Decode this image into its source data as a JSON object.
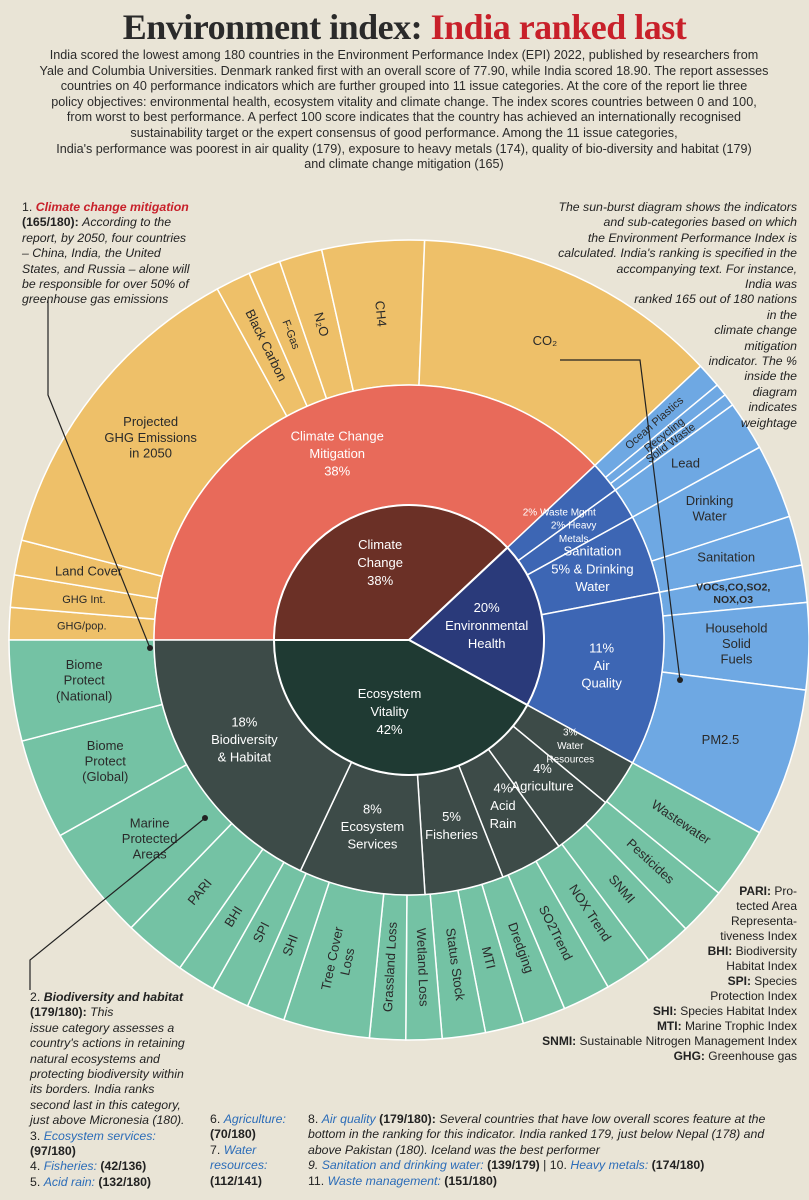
{
  "header": {
    "title_main": "Environment index:",
    "title_highlight": "India ranked last",
    "intro_lines": [
      "India scored the lowest among 180 countries in the Environment Performance Index (EPI) 2022, published by researchers from",
      "Yale and Columbia Universities. Denmark ranked first with an overall score of 77.90, while India scored 18.90. The report assesses",
      "countries on 40 performance indicators which are further grouped into 11 issue categories. At the core of the report lie three",
      "policy objectives: environmental health, ecosystem vitality and climate change. The index scores countries between 0 and 100,",
      "from worst to best performance. A perfect 100 score indicates that the country has achieved an internationally recognised",
      "sustainability target or the expert consensus of good performance. Among the 11 issue categories,",
      "India's performance was poorest in air quality (179), exposure to heavy metals (174), quality of bio-diversity and habitat (179)",
      "and climate change mitigation (165)"
    ]
  },
  "notes": {
    "climate": {
      "num": "1.",
      "title": "Climate change mitigation",
      "rank": "(165/180):",
      "lines": [
        "According to the",
        "report, by 2050, four countries",
        "– China, India, the United",
        "States, and Russia – alone will",
        "be responsible for over 50% of",
        "greenhouse gas emissions"
      ]
    },
    "explainer_lines": [
      "The sun-burst diagram shows the indicators",
      "and sub-categories based on which",
      "the Environment Performance Index is",
      "calculated. India's ranking is specified in the",
      "accompanying text. For instance,",
      "India was",
      "ranked 165 out of 180 nations",
      "in the",
      "climate change",
      "mitigation",
      "indicator. The %",
      "inside the",
      "diagram",
      "indicates",
      "weightage"
    ],
    "biodiversity": {
      "num": "2.",
      "title": "Biodiversity and habitat",
      "rank": "(179/180):",
      "lines": [
        "This",
        "issue category assesses a",
        "country's actions in retaining",
        "natural ecosystems and",
        "protecting biodiversity within",
        "its borders. India ranks",
        "second last in this category,",
        "just above Micronesia (180)."
      ]
    },
    "eco_services": {
      "num": "3.",
      "title": "Ecosystem services:",
      "rank": "(97/180)"
    },
    "fisheries": {
      "num": "4.",
      "title": "Fisheries:",
      "rank": "(42/136)"
    },
    "acid_rain": {
      "num": "5.",
      "title": "Acid rain:",
      "rank": "(132/180)"
    },
    "agriculture": {
      "num": "6.",
      "title": "Agriculture:",
      "rank": "(70/180)"
    },
    "water_res": {
      "num": "7.",
      "title": "Water resources:",
      "rank": "(112/141)"
    },
    "air_quality": {
      "num": "8.",
      "title": "Air quality",
      "rank": "(179/180):",
      "text": "Several countries that have low overall scores feature at the bottom in the ranking for this indicator. India ranked 179, just below Nepal (178) and above Pakistan (180). Iceland was the best performer"
    },
    "sanitation": {
      "num": "9.",
      "title": "Sanitation and drinking water:",
      "rank": "(139/179)"
    },
    "heavy_metals": {
      "num": "10.",
      "title": "Heavy metals:",
      "rank": "(174/180)"
    },
    "waste": {
      "num": "11.",
      "title": "Waste management:",
      "rank": "(151/180)"
    }
  },
  "abbreviations": [
    {
      "abbr": "PARI:",
      "full": "Pro-"
    },
    {
      "abbr": "",
      "full": "tected Area"
    },
    {
      "abbr": "",
      "full": "Representa-"
    },
    {
      "abbr": "",
      "full": "tiveness Index"
    },
    {
      "abbr": "BHI:",
      "full": "Biodiversity"
    },
    {
      "abbr": "",
      "full": "Habitat Index"
    },
    {
      "abbr": "SPI:",
      "full": "Species"
    },
    {
      "abbr": "",
      "full": "Protection Index"
    },
    {
      "abbr": "SHI:",
      "full": "Species Habitat Index"
    },
    {
      "abbr": "MTI:",
      "full": "Marine Trophic Index"
    },
    {
      "abbr": "SNMI:",
      "full": "Sustainable Nitrogen Management Index"
    },
    {
      "abbr": "GHG:",
      "full": "Greenhouse gas"
    }
  ],
  "colors": {
    "climate_outer": "#eec069",
    "climate_mid": "#e86a5a",
    "climate_inner": "#6b3026",
    "env_outer": "#6ea8e3",
    "env_mid": "#3d66b4",
    "env_inner": "#2a3a7a",
    "eco_outer": "#74c2a4",
    "eco_mid": "#3d4b48",
    "eco_inner": "#1f3a33"
  },
  "sunburst": {
    "inner": [
      {
        "id": "cc",
        "label_lines": [
          "Climate",
          "Change",
          "38%"
        ],
        "weight": 38,
        "color_key": "climate_inner"
      },
      {
        "id": "eh",
        "label_lines": [
          "20%",
          "Environmental",
          "Health"
        ],
        "weight": 20,
        "color_key": "env_inner"
      },
      {
        "id": "ev",
        "label_lines": [
          "Ecosystem",
          "Vitality",
          "42%"
        ],
        "weight": 42,
        "color_key": "eco_inner"
      }
    ],
    "mid": [
      {
        "label_lines": [
          "Climate Change",
          "Mitigation",
          "38%"
        ],
        "parent": "cc",
        "weight": 38
      },
      {
        "label_lines": [
          "2% Waste Mgmt"
        ],
        "parent": "eh",
        "weight": 2
      },
      {
        "label_lines": [
          "2% Heavy",
          "Metals"
        ],
        "parent": "eh",
        "weight": 2
      },
      {
        "label_lines": [
          "Sanitation",
          "5% & Drinking",
          "Water"
        ],
        "parent": "eh",
        "weight": 5
      },
      {
        "label_lines": [
          "11%",
          "Air",
          "Quality"
        ],
        "parent": "eh",
        "weight": 11
      },
      {
        "label_lines": [
          "3%",
          "Water",
          "Resources"
        ],
        "parent": "ev",
        "weight": 3
      },
      {
        "label_lines": [
          "4%",
          "Agriculture"
        ],
        "parent": "ev",
        "weight": 4
      },
      {
        "label_lines": [
          "4%",
          "Acid",
          "Rain"
        ],
        "parent": "ev",
        "weight": 4
      },
      {
        "label_lines": [
          "5%",
          "Fisheries"
        ],
        "parent": "ev",
        "weight": 5
      },
      {
        "label_lines": [
          "8%",
          "Ecosystem",
          "Services"
        ],
        "parent": "ev",
        "weight": 8
      },
      {
        "label_lines": [
          "18%",
          "Biodiversity",
          "& Habitat"
        ],
        "parent": "ev",
        "weight": 18
      }
    ],
    "outer": [
      {
        "label": "Projected GHG Emissions in 2050",
        "lines": [
          "Projected",
          "GHG Emissions",
          "in 2050"
        ],
        "weight": 12,
        "group": "cc"
      },
      {
        "label": "Black Carbon",
        "lines": [
          "Black Carbon"
        ],
        "weight": 1.3,
        "group": "cc",
        "radial": true
      },
      {
        "label": "F-Gas",
        "lines": [
          "F-Gas"
        ],
        "weight": 1.2,
        "group": "cc",
        "radial": true
      },
      {
        "label": "N2O",
        "lines": [
          "N₂O"
        ],
        "weight": 1.6,
        "group": "cc",
        "radial": true
      },
      {
        "label": "CH4",
        "lines": [
          "CH4"
        ],
        "weight": 3.8,
        "group": "cc",
        "radial": true
      },
      {
        "label": "CO2",
        "lines": [
          "CO₂"
        ],
        "weight": 11.4,
        "group": "cc"
      },
      {
        "label": "Ocean Plastics",
        "lines": [
          "Ocean Plastics"
        ],
        "weight": 1.0,
        "group": "eh",
        "radial": true
      },
      {
        "label": "Recycling",
        "lines": [
          "Recycling"
        ],
        "weight": 0.5,
        "group": "eh",
        "radial": true
      },
      {
        "label": "Solid Waste",
        "lines": [
          "Solid Waste"
        ],
        "weight": 0.5,
        "group": "eh",
        "radial": true
      },
      {
        "label": "Lead",
        "lines": [
          "Lead"
        ],
        "weight": 2,
        "group": "eh"
      },
      {
        "label": "Drinking Water",
        "lines": [
          "Drinking",
          "Water"
        ],
        "weight": 3,
        "group": "eh"
      },
      {
        "label": "Sanitation",
        "lines": [
          "Sanitation"
        ],
        "weight": 2,
        "group": "eh"
      },
      {
        "label": "VOCs,CO,SO2,NOX,O3",
        "lines": [
          "VOCs,CO,SO2,",
          "NOX,O3"
        ],
        "weight": 1.5,
        "group": "eh",
        "bold": true
      },
      {
        "label": "Household Solid Fuels",
        "lines": [
          "Household",
          "Solid",
          "Fuels"
        ],
        "weight": 3.5,
        "group": "eh"
      },
      {
        "label": "PM2.5",
        "lines": [
          "PM2.5"
        ],
        "weight": 6,
        "group": "eh"
      },
      {
        "label": "Wastewater",
        "lines": [
          "Wastewater"
        ],
        "weight": 3,
        "group": "ev",
        "radial": true
      },
      {
        "label": "Pesticides",
        "lines": [
          "Pesticides"
        ],
        "weight": 2,
        "group": "ev",
        "radial": true
      },
      {
        "label": "SNMI",
        "lines": [
          "SNMI"
        ],
        "weight": 2,
        "group": "ev",
        "radial": true
      },
      {
        "label": "NOX Trend",
        "lines": [
          "NOX Trend"
        ],
        "weight": 2,
        "group": "ev",
        "radial": true
      },
      {
        "label": "SO2 Trend",
        "lines": [
          "SO2Trend"
        ],
        "weight": 2,
        "group": "ev",
        "radial": true
      },
      {
        "label": "Dredging",
        "lines": [
          "Dredging"
        ],
        "weight": 1.8,
        "group": "ev",
        "radial": true
      },
      {
        "label": "MTI",
        "lines": [
          "MTI"
        ],
        "weight": 1.6,
        "group": "ev",
        "radial": true
      },
      {
        "label": "Status Stock",
        "lines": [
          "Status Stock"
        ],
        "weight": 1.8,
        "group": "ev",
        "radial": true
      },
      {
        "label": "Wetland Loss",
        "lines": [
          "Wetland Loss"
        ],
        "weight": 1.5,
        "group": "ev",
        "radial": true
      },
      {
        "label": "Grassland Loss",
        "lines": [
          "Grassland Loss"
        ],
        "weight": 1.5,
        "group": "ev",
        "radial": true
      },
      {
        "label": "Tree Cover Loss",
        "lines": [
          "Tree Cover",
          "Loss"
        ],
        "weight": 3.6,
        "group": "ev",
        "radial": true
      },
      {
        "label": "SHI",
        "lines": [
          "SHI"
        ],
        "weight": 1.6,
        "group": "ev",
        "radial": true
      },
      {
        "label": "SPI",
        "lines": [
          "SPI"
        ],
        "weight": 1.6,
        "group": "ev",
        "radial": true
      },
      {
        "label": "BHI",
        "lines": [
          "BHI"
        ],
        "weight": 1.6,
        "group": "ev",
        "radial": true
      },
      {
        "label": "PARI",
        "lines": [
          "PARI"
        ],
        "weight": 2.6,
        "group": "ev",
        "radial": true
      },
      {
        "label": "Marine Protected Areas",
        "lines": [
          "Marine",
          "Protected",
          "Areas"
        ],
        "weight": 4.8,
        "group": "ev"
      },
      {
        "label": "Biome Protect (Global)",
        "lines": [
          "Biome",
          "Protect",
          "(Global)"
        ],
        "weight": 4.2,
        "group": "ev"
      },
      {
        "label": "Biome Protect (National)",
        "lines": [
          "Biome",
          "Protect",
          "(National)"
        ],
        "weight": 4.2,
        "group": "ev"
      },
      {
        "label": "GHG/pop.",
        "lines": [
          "GHG/pop."
        ],
        "weight": 1.2,
        "group": "cc"
      },
      {
        "label": "GHG Int.",
        "lines": [
          "GHG Int."
        ],
        "weight": 1.2,
        "group": "cc"
      },
      {
        "label": "Land Cover",
        "lines": [
          "Land Cover"
        ],
        "weight": 1.3,
        "group": "cc"
      }
    ]
  }
}
